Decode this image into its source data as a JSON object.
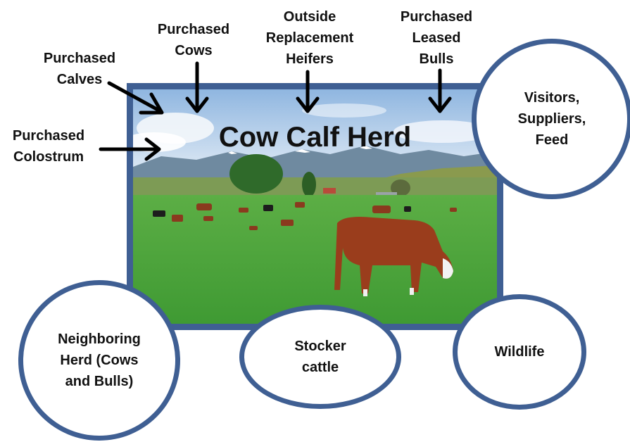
{
  "title": "Cow Calf Herd",
  "sources": {
    "purchased_calves": [
      "Purchased",
      "Calves"
    ],
    "purchased_cows": [
      "Purchased",
      "Cows"
    ],
    "outside_heifers": [
      "Outside",
      "Replacement",
      "Heifers"
    ],
    "purchased_bulls": [
      "Purchased",
      "Leased",
      "Bulls"
    ],
    "purchased_colostrum": [
      "Purchased",
      "Colostrum"
    ]
  },
  "risks": {
    "visitors": [
      "Visitors,",
      "Suppliers,",
      "Feed"
    ],
    "neighboring_herd": [
      "Neighboring",
      "Herd (Cows",
      "and Bulls)"
    ],
    "stocker_cattle": [
      "Stocker",
      "cattle"
    ],
    "wildlife": [
      "Wildlife"
    ]
  },
  "colors": {
    "accent": "#3f5f93",
    "arrow": "#000000",
    "grass": "#4aa33a",
    "sky": "#a9c8e8"
  },
  "icons": {
    "arrow": "arrow-icon",
    "photo": "pasture-photo"
  }
}
